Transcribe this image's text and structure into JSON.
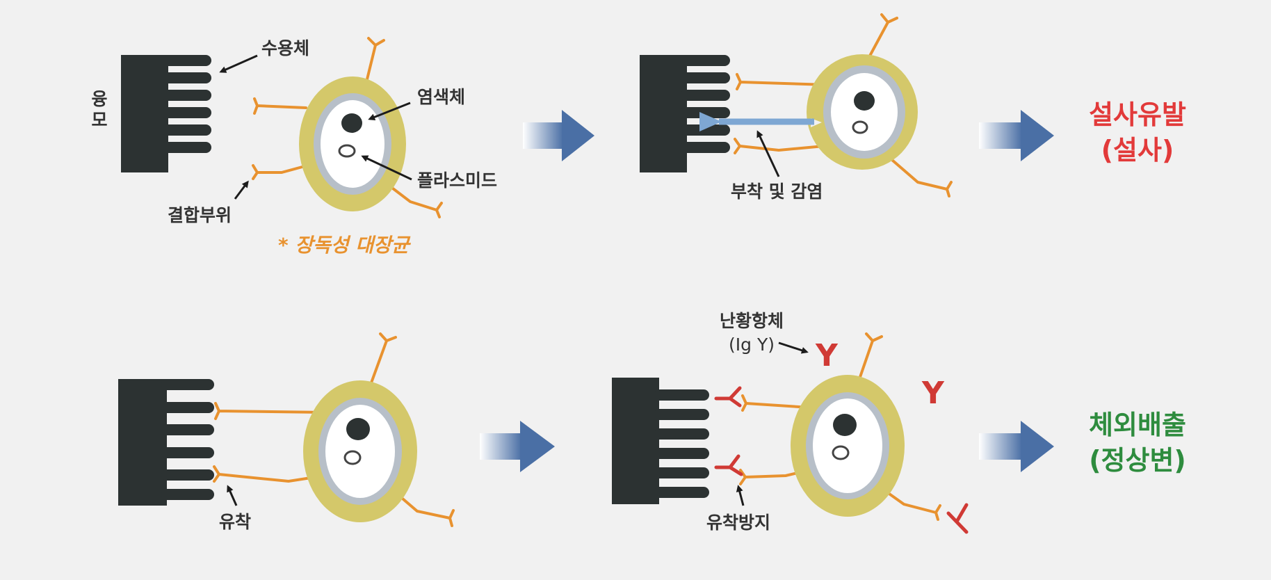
{
  "labels": {
    "villi": "융모",
    "receptor": "수용체",
    "binding_site": "결합부위",
    "chromosome": "염색체",
    "plasmid": "플라스미드",
    "pathogenic_ecoli": "* 장독성 대장균",
    "attach_infect": "부착 및 감염",
    "adhesion": "유착",
    "antibody_name": "난황항체",
    "antibody_type": "(Ig Y)",
    "prevent_adhesion": "유착방지",
    "antibody_glyph": "Y"
  },
  "outcomes": {
    "diarrhea_title": "설사유발",
    "diarrhea_sub": "(설사)",
    "excretion_title": "체외배출",
    "excretion_sub": "(정상변)"
  },
  "colors": {
    "background": "#f1f1f1",
    "villi": "#2c3232",
    "capsule": "#d4c86a",
    "membrane": "#b7bfc8",
    "pili": "#e8922f",
    "arrow_blue": "#4a6fa5",
    "infection_arrow": "#7ea7d3",
    "antibody": "#d03a35",
    "diarrhea_red": "#e23a3a",
    "excretion_green": "#2e8c3e"
  }
}
